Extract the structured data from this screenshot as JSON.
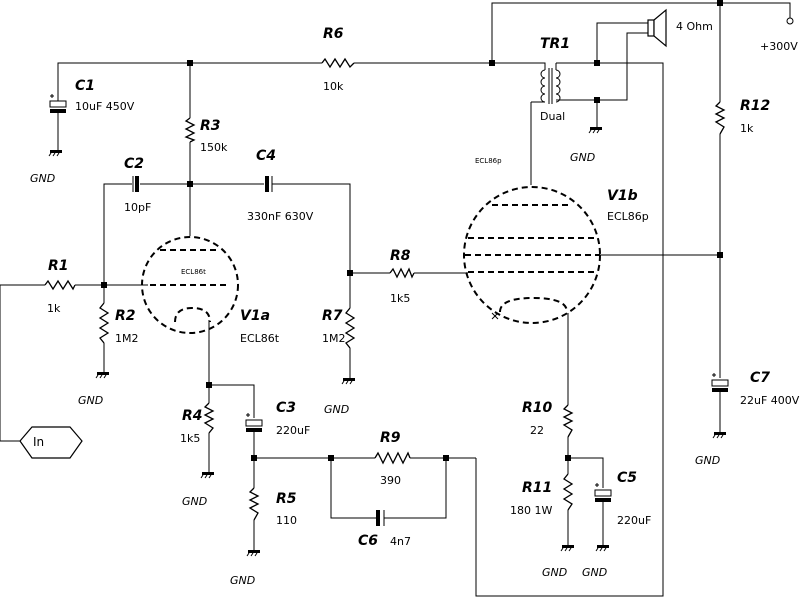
{
  "components": {
    "R1": {
      "ref": "R1",
      "value": "1k"
    },
    "R2": {
      "ref": "R2",
      "value": "1M2"
    },
    "R3": {
      "ref": "R3",
      "value": "150k"
    },
    "R4": {
      "ref": "R4",
      "value": "1k5"
    },
    "R5": {
      "ref": "R5",
      "value": "110"
    },
    "R6": {
      "ref": "R6",
      "value": "10k"
    },
    "R7": {
      "ref": "R7",
      "value": "1M2"
    },
    "R8": {
      "ref": "R8",
      "value": "1k5"
    },
    "R9": {
      "ref": "R9",
      "value": "390"
    },
    "R10": {
      "ref": "R10",
      "value": "22"
    },
    "R11": {
      "ref": "R11",
      "value": "180 1W"
    },
    "R12": {
      "ref": "R12",
      "value": "1k"
    },
    "C1": {
      "ref": "C1",
      "value": "10uF 450V"
    },
    "C2": {
      "ref": "C2",
      "value": "10pF"
    },
    "C3": {
      "ref": "C3",
      "value": "220uF"
    },
    "C4": {
      "ref": "C4",
      "value": "330nF 630V"
    },
    "C5": {
      "ref": "C5",
      "value": "220uF"
    },
    "C6": {
      "ref": "C6",
      "value": "4n7"
    },
    "C7": {
      "ref": "C7",
      "value": "22uF 400V"
    },
    "V1a": {
      "ref": "V1a",
      "value": "ECL86t",
      "inner": "ECL86t"
    },
    "V1b": {
      "ref": "V1b",
      "value": "ECL86p",
      "inner": "ECL86p"
    },
    "TR1": {
      "ref": "TR1",
      "value": "Dual"
    }
  },
  "speaker": {
    "value": "4 Ohm"
  },
  "supply": {
    "label": "+300V"
  },
  "input": {
    "label": "In"
  },
  "ground_label": "GND"
}
